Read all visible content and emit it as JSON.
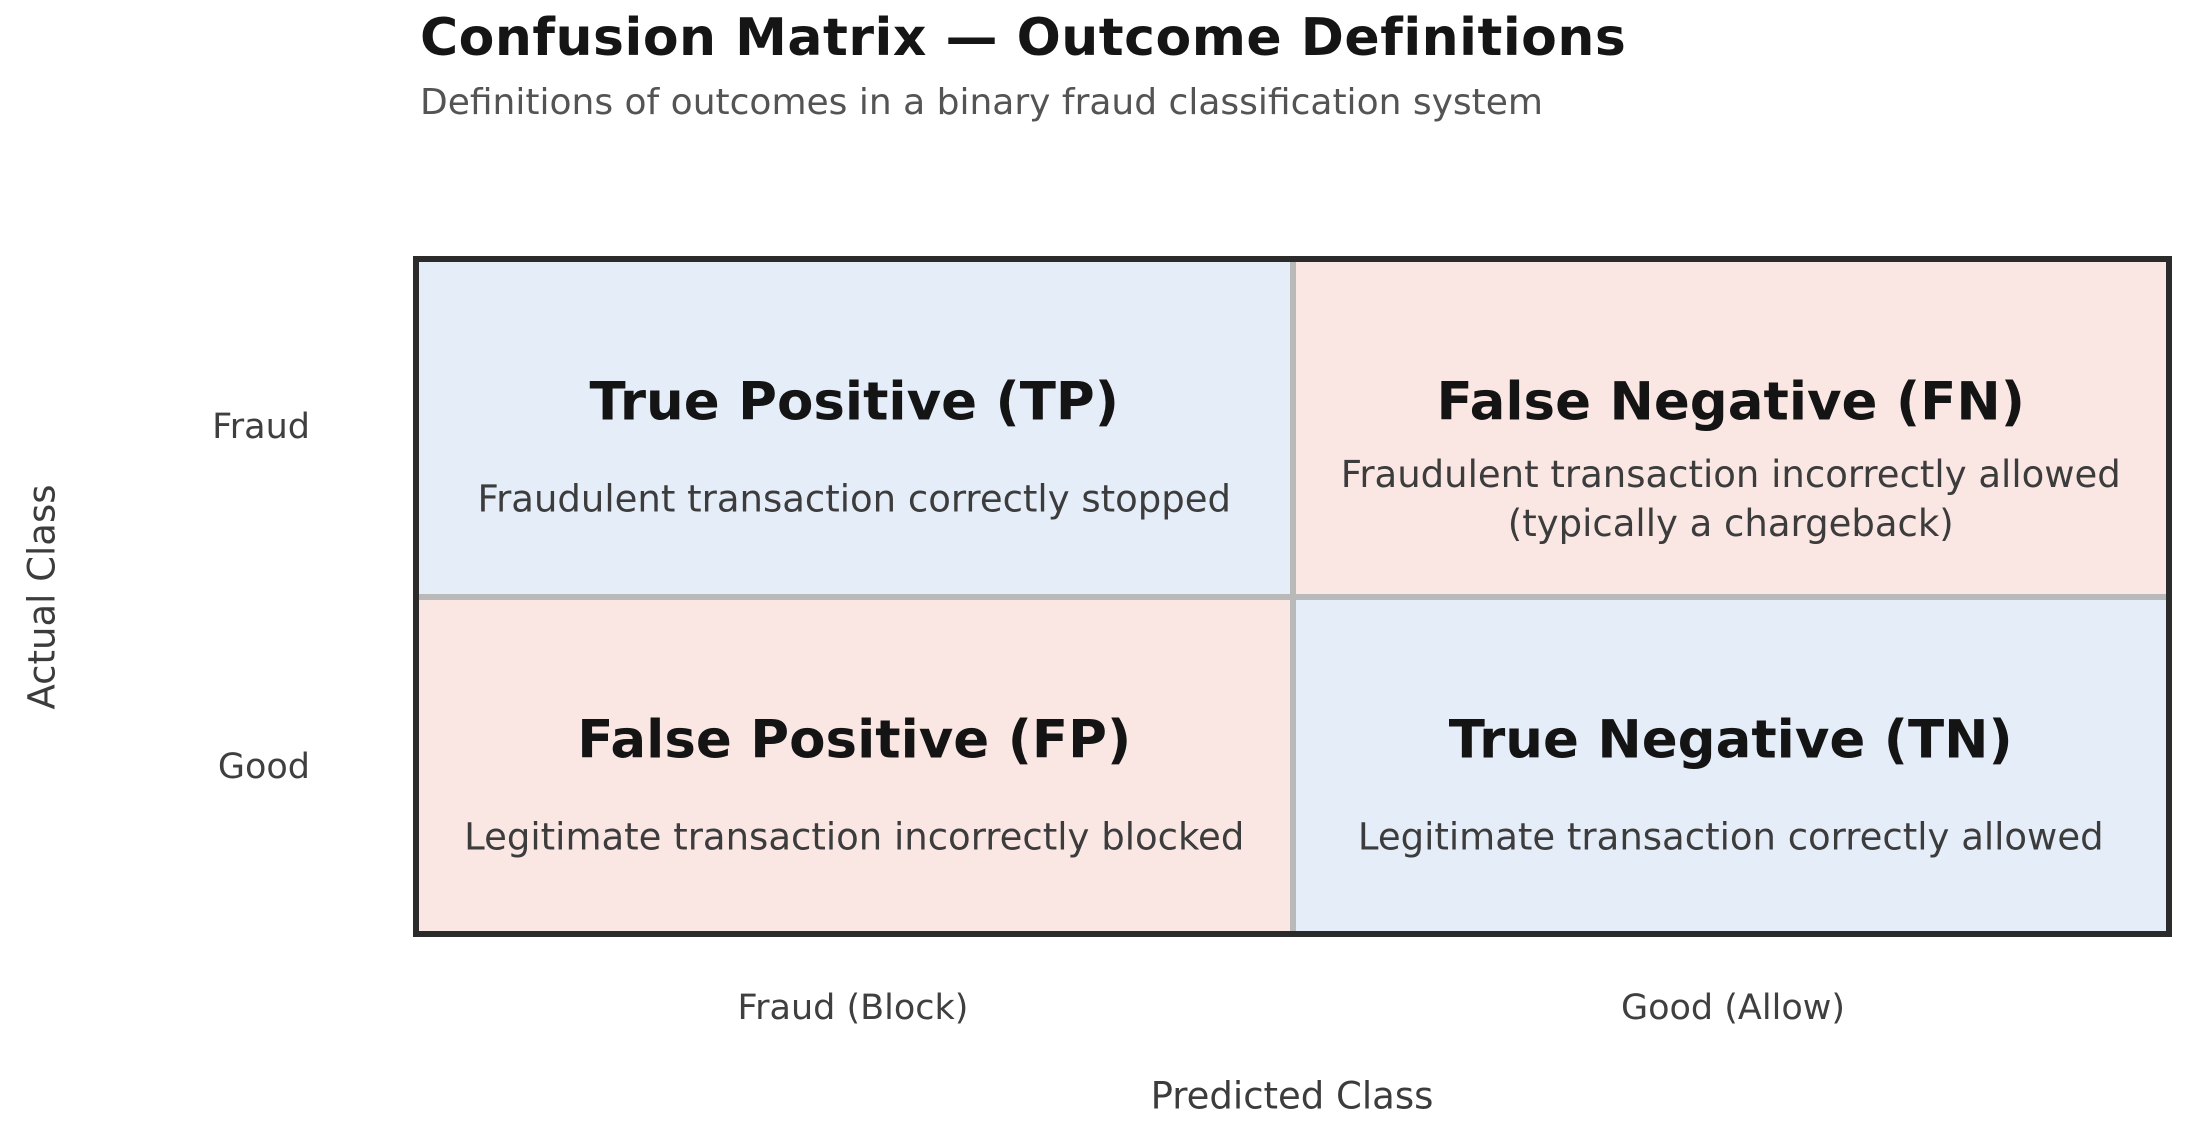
{
  "figure": {
    "title": "Confusion Matrix — Outcome Definitions",
    "subtitle": "Definitions of outcomes in a binary fraud classification system"
  },
  "cells": {
    "tp": {
      "title": "True Positive (TP)",
      "description": "Fraudulent transaction correctly stopped"
    },
    "fn": {
      "title": "False Negative (FN)",
      "description": "Fraudulent transaction incorrectly allowed\n(typically a chargeback)"
    },
    "fp": {
      "title": "False Positive (FP)",
      "description": "Legitimate transaction incorrectly blocked"
    },
    "tn": {
      "title": "True Negative (TN)",
      "description": "Legitimate transaction correctly allowed"
    }
  },
  "axes": {
    "y": {
      "label": "Actual Class",
      "ticks": [
        "Fraud",
        "Good"
      ]
    },
    "x": {
      "label": "Predicted Class",
      "ticks": [
        "Fraud (Block)",
        "Good (Allow)"
      ]
    }
  },
  "colors": {
    "correct_bg": "#e5edf9",
    "error_bg": "#fae7e4",
    "grid_line": "#b9b9b9",
    "outer_border": "#2b2b2b"
  }
}
